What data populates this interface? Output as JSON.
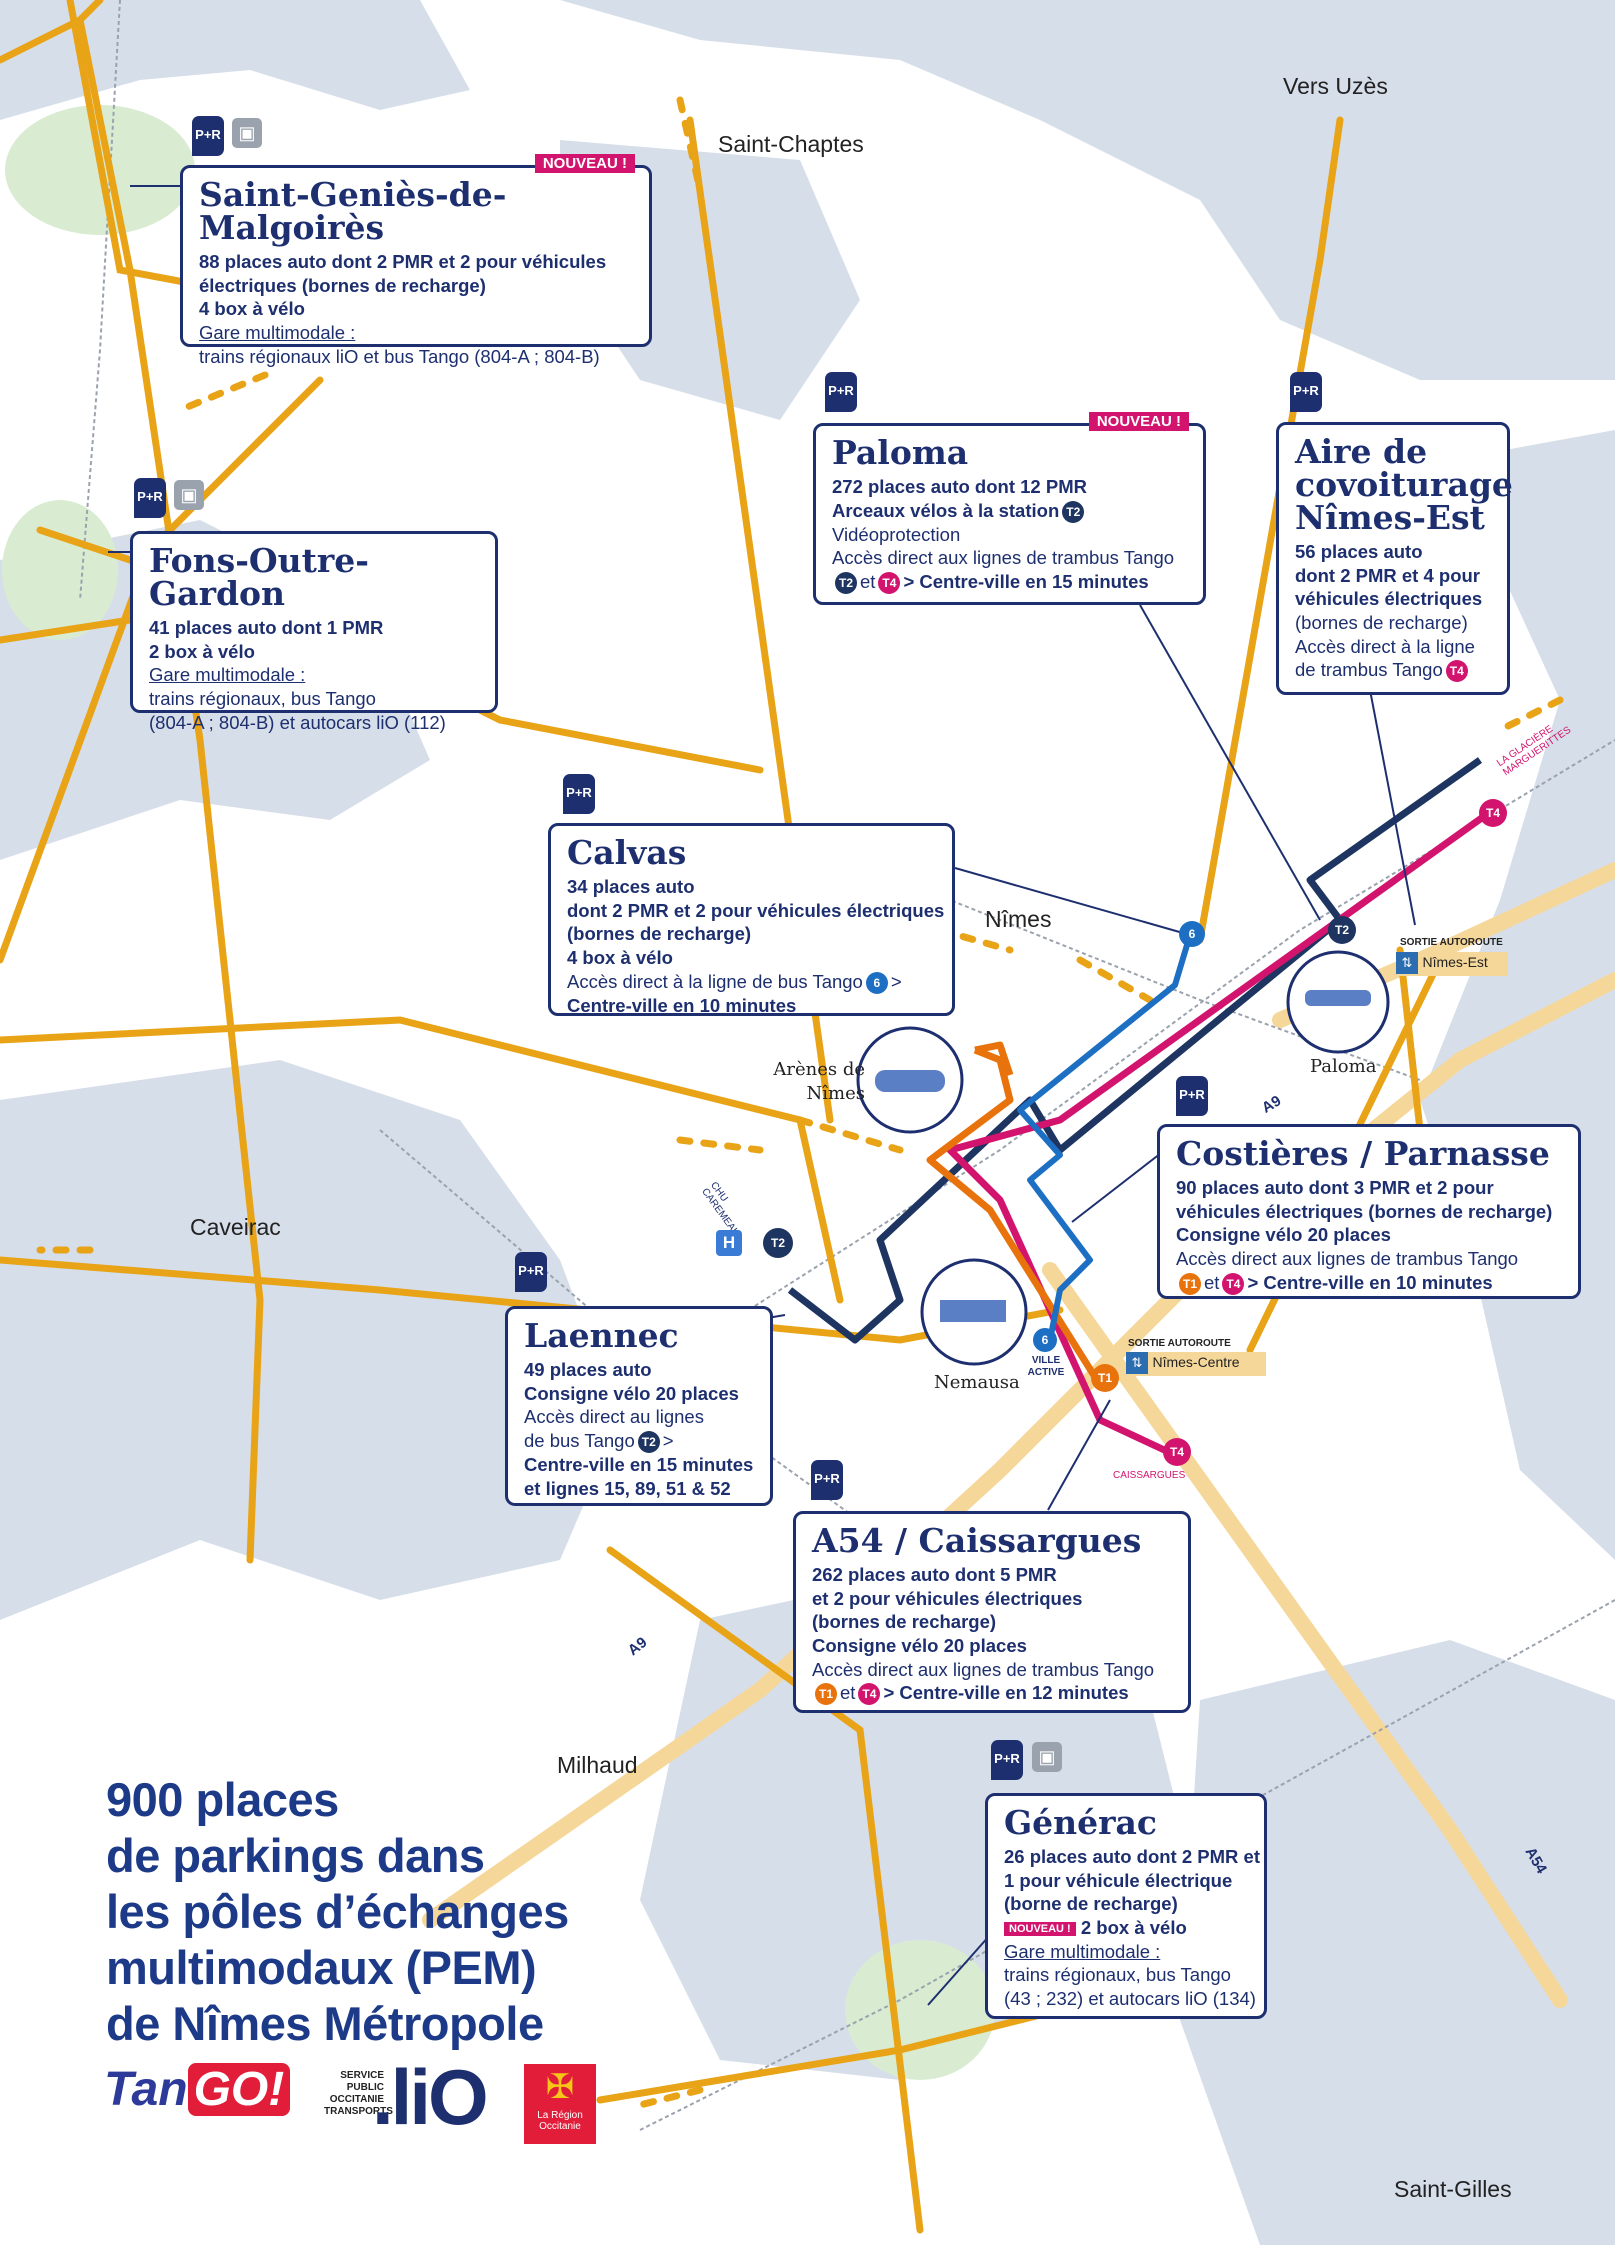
{
  "places": {
    "vers_uzes": "Vers Uzès",
    "saint_chaptes": "Saint-Chaptes",
    "nimes": "Nîmes",
    "caveirac": "Caveirac",
    "milhaud": "Milhaud",
    "saint_gilles": "Saint-Gilles",
    "arenes": "Arènes de Nîmes",
    "paloma": "Paloma",
    "nemausa": "Nemausa",
    "ville_active": "VILLE ACTIVE",
    "caissargues": "CAISSARGUES",
    "glaciere": "LA GLACIÈRE MARGUERITTES",
    "chu": "CHU CAREMEAU"
  },
  "exits": {
    "label": "SORTIE AUTOROUTE",
    "est": "Nîmes-Est",
    "centre": "Nîmes-Centre"
  },
  "roads": {
    "a9": "A9",
    "a9b": "A9",
    "a54": "A54"
  },
  "symbols": {
    "pr": "P+R",
    "hospital": "H",
    "t1": "T1",
    "t2": "T2",
    "t4": "T4",
    "b6": "6"
  },
  "badge_new": "NOUVEAU !",
  "cards": {
    "saint_genies": {
      "name": "Saint-Geniès-de-Malgoirès",
      "l1": "88 places auto dont 2 PMR et 2 pour véhicules",
      "l2": "électriques (bornes de recharge)",
      "l3": "4 box à vélo",
      "l4": "Gare multimodale :",
      "l5": "trains régionaux liO et bus Tango (804-A ; 804-B)"
    },
    "fons": {
      "name": "Fons-Outre-Gardon",
      "l1": "41 places auto dont 1 PMR",
      "l2": "2 box à vélo",
      "l3": "Gare multimodale :",
      "l4": "trains régionaux, bus Tango",
      "l5": "(804-A ; 804-B) et autocars liO (112)"
    },
    "paloma": {
      "name": "Paloma",
      "l1": "272 places auto dont 12 PMR",
      "l2": "Arceaux vélos à la station",
      "l3": "Vidéoprotection",
      "l4": "Accès direct aux lignes de trambus Tango",
      "et": "et",
      "l5": "> Centre-ville en 15 minutes"
    },
    "aire": {
      "name1": "Aire de",
      "name2": "covoiturage",
      "name3": "Nîmes-Est",
      "l1": "56 places auto",
      "l2": "dont 2 PMR et 4 pour",
      "l3": "véhicules électriques",
      "l4": "(bornes de recharge)",
      "l5": "Accès direct à la ligne",
      "l6": "de trambus Tango"
    },
    "calvas": {
      "name": "Calvas",
      "l1": "34 places auto",
      "l2": "dont 2 PMR et 2 pour véhicules électriques",
      "l3": "(bornes de recharge)",
      "l4": "4 box à vélo",
      "l5": "Accès direct à la ligne de bus Tango",
      "l5b": ">",
      "l6": "Centre-ville en 10 minutes"
    },
    "costieres": {
      "name": "Costières / Parnasse",
      "l1": "90 places auto dont 3 PMR et 2 pour",
      "l2": "véhicules électriques (bornes de recharge)",
      "l3": "Consigne vélo 20 places",
      "l4": "Accès direct aux lignes de trambus Tango",
      "et": "et",
      "l5": "> Centre-ville en 10 minutes"
    },
    "laennec": {
      "name": "Laennec",
      "l1": "49 places auto",
      "l2": "Consigne vélo 20 places",
      "l3": "Accès direct au lignes",
      "l4": "de bus Tango",
      "l4b": ">",
      "l5": "Centre-ville en 15 minutes",
      "l6": "et lignes 15, 89, 51 & 52"
    },
    "a54": {
      "name": "A54 / Caissargues",
      "l1": "262 places auto dont 5 PMR",
      "l2": "et 2 pour véhicules électriques",
      "l3": "(bornes de recharge)",
      "l4": "Consigne vélo 20 places",
      "l5": "Accès direct aux lignes de trambus Tango",
      "et": "et",
      "l6": "> Centre-ville en 12 minutes"
    },
    "generac": {
      "name": "Générac",
      "l1": "26 places auto dont 2 PMR et",
      "l2": "1 pour véhicule électrique",
      "l3": "(borne de recharge)",
      "l4": "2 box à vélo",
      "l5": "Gare multimodale :",
      "l6": "trains régionaux, bus Tango",
      "l7": "(43 ; 232) et autocars liO (134)"
    }
  },
  "headline": {
    "l1": "900 places",
    "l2": "de parkings dans",
    "l3": "les pôles d’échanges",
    "l4": "multimodaux (PEM)",
    "l5": "de Nîmes Métropole"
  },
  "logos": {
    "tango_a": "Tan",
    "tango_b": "GO!",
    "lio_caption": "SERVICE PUBLIC OCCITANIE TRANSPORTS",
    "lio": ".liO",
    "region": "La Région Occitanie"
  },
  "colors": {
    "road": "#e8a317",
    "bus": "#1c6fc2",
    "t1": "#e8730c",
    "t2": "#1d3560",
    "t4": "#d2146e",
    "card_border": "#1d2f6f",
    "title": "#1d3a88",
    "urban": "#d4dde8"
  }
}
